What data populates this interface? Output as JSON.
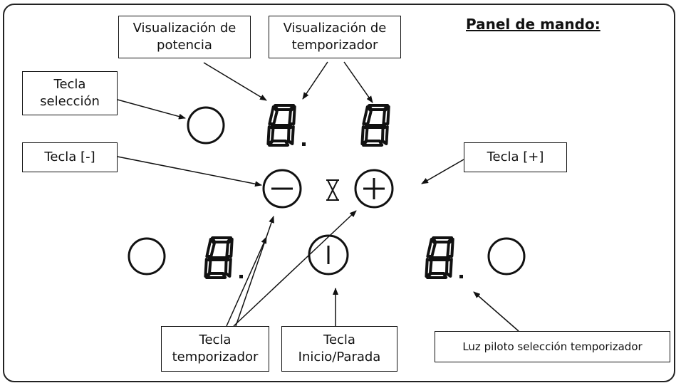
{
  "title": "Panel de mando:",
  "labels": {
    "power_display": [
      "Visualización de",
      "potencia"
    ],
    "timer_display": [
      "Visualización de",
      "temporizador"
    ],
    "select_key": [
      "Tecla",
      "selección"
    ],
    "minus_key": [
      "Tecla [-]"
    ],
    "plus_key": [
      "Tecla [+]"
    ],
    "timer_key": [
      "Tecla",
      "temporizador"
    ],
    "onoff_key": [
      "Tecla",
      "Inicio/Parada"
    ],
    "timer_pilot": [
      "Luz piloto selección temporizador"
    ]
  },
  "icons": [
    "circle-button-icon",
    "seven-segment-digit-icon",
    "minus-button-icon",
    "plus-button-icon",
    "hourglass-icon",
    "power-button-icon"
  ]
}
